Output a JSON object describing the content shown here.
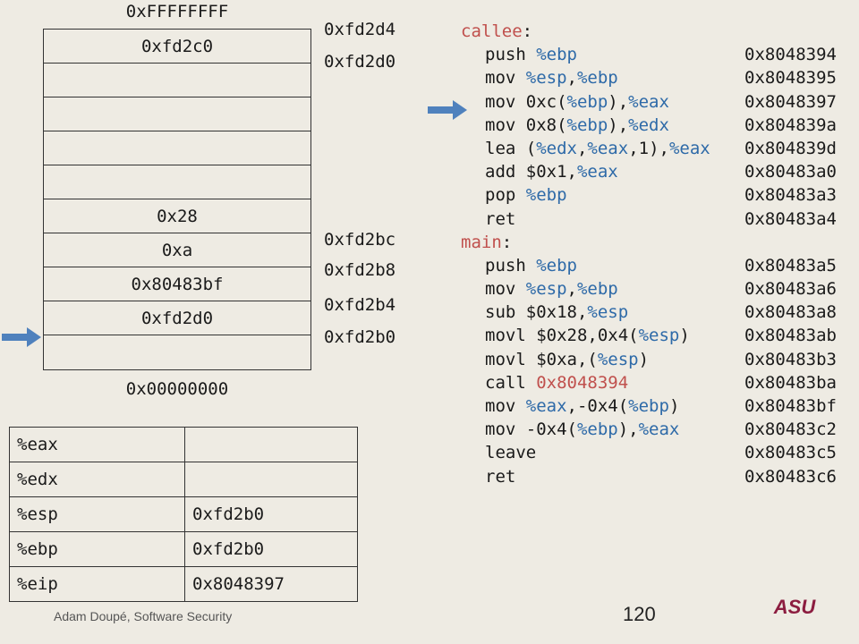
{
  "stack": {
    "top_label": "0xFFFFFFFF",
    "bottom_label": "0x00000000",
    "slots": [
      "0xfd2c0",
      "",
      "",
      "",
      "",
      "0x28",
      "0xa",
      "0x80483bf",
      "0xfd2d0",
      ""
    ]
  },
  "addresses": {
    "a0": "0xfd2d4",
    "a1": "0xfd2d0",
    "a2": "0xfd2bc",
    "a3": "0xfd2b8",
    "a4": "0xfd2b4",
    "a5": "0xfd2b0"
  },
  "registers": [
    {
      "name": "%eax",
      "value": ""
    },
    {
      "name": "%edx",
      "value": ""
    },
    {
      "name": "%esp",
      "value": "0xfd2b0"
    },
    {
      "name": "%ebp",
      "value": "0xfd2b0"
    },
    {
      "name": "%eip",
      "value": "0x8048397"
    }
  ],
  "code": {
    "callee_label": "callee",
    "main_label": "main",
    "colon": ":",
    "callee": [
      {
        "t": [
          {
            "s": "push "
          },
          {
            "s": "%ebp",
            "c": "reg"
          }
        ],
        "addr": "0x8048394"
      },
      {
        "t": [
          {
            "s": "mov "
          },
          {
            "s": "%esp",
            "c": "reg"
          },
          {
            "s": ","
          },
          {
            "s": "%ebp",
            "c": "reg"
          }
        ],
        "addr": "0x8048395"
      },
      {
        "t": [
          {
            "s": "mov 0xc("
          },
          {
            "s": "%ebp",
            "c": "reg"
          },
          {
            "s": "),"
          },
          {
            "s": "%eax",
            "c": "reg"
          }
        ],
        "addr": "0x8048397"
      },
      {
        "t": [
          {
            "s": "mov 0x8("
          },
          {
            "s": "%ebp",
            "c": "reg"
          },
          {
            "s": "),"
          },
          {
            "s": "%edx",
            "c": "reg"
          }
        ],
        "addr": "0x804839a"
      },
      {
        "t": [
          {
            "s": "lea ("
          },
          {
            "s": "%edx",
            "c": "reg"
          },
          {
            "s": ","
          },
          {
            "s": "%eax",
            "c": "reg"
          },
          {
            "s": ",1),"
          },
          {
            "s": "%eax",
            "c": "reg"
          }
        ],
        "addr": "0x804839d"
      },
      {
        "t": [
          {
            "s": "add $0x1,"
          },
          {
            "s": "%eax",
            "c": "reg"
          }
        ],
        "addr": "0x80483a0"
      },
      {
        "t": [
          {
            "s": "pop "
          },
          {
            "s": "%ebp",
            "c": "reg"
          }
        ],
        "addr": "0x80483a3"
      },
      {
        "t": [
          {
            "s": "ret"
          }
        ],
        "addr": "0x80483a4"
      }
    ],
    "main": [
      {
        "t": [
          {
            "s": "push "
          },
          {
            "s": "%ebp",
            "c": "reg"
          }
        ],
        "addr": "0x80483a5"
      },
      {
        "t": [
          {
            "s": "mov "
          },
          {
            "s": "%esp",
            "c": "reg"
          },
          {
            "s": ","
          },
          {
            "s": "%ebp",
            "c": "reg"
          }
        ],
        "addr": "0x80483a6"
      },
      {
        "t": [
          {
            "s": "sub $0x18,"
          },
          {
            "s": "%esp",
            "c": "reg"
          }
        ],
        "addr": "0x80483a8"
      },
      {
        "t": [
          {
            "s": "movl $0x28,0x4("
          },
          {
            "s": "%esp",
            "c": "reg"
          },
          {
            "s": ")"
          }
        ],
        "addr": "0x80483ab"
      },
      {
        "t": [
          {
            "s": "movl $0xa,("
          },
          {
            "s": "%esp",
            "c": "reg"
          },
          {
            "s": ")"
          }
        ],
        "addr": "0x80483b3"
      },
      {
        "t": [
          {
            "s": "call "
          },
          {
            "s": "0x8048394",
            "c": "tgt"
          }
        ],
        "addr": "0x80483ba"
      },
      {
        "t": [
          {
            "s": "mov "
          },
          {
            "s": "%eax",
            "c": "reg"
          },
          {
            "s": ",-0x4("
          },
          {
            "s": "%ebp",
            "c": "reg"
          },
          {
            "s": ")"
          }
        ],
        "addr": "0x80483bf"
      },
      {
        "t": [
          {
            "s": "mov -0x4("
          },
          {
            "s": "%ebp",
            "c": "reg"
          },
          {
            "s": "),"
          },
          {
            "s": "%eax",
            "c": "reg"
          }
        ],
        "addr": "0x80483c2"
      },
      {
        "t": [
          {
            "s": "leave"
          }
        ],
        "addr": "0x80483c5"
      },
      {
        "t": [
          {
            "s": "ret"
          }
        ],
        "addr": "0x80483c6"
      }
    ]
  },
  "footer": {
    "author": "Adam Doupé, Software Security",
    "page": "120",
    "logo": "ASU"
  },
  "colors": {
    "reg": "#2e6aa8",
    "label": "#c0504d",
    "arrow": "#4f81bd"
  }
}
